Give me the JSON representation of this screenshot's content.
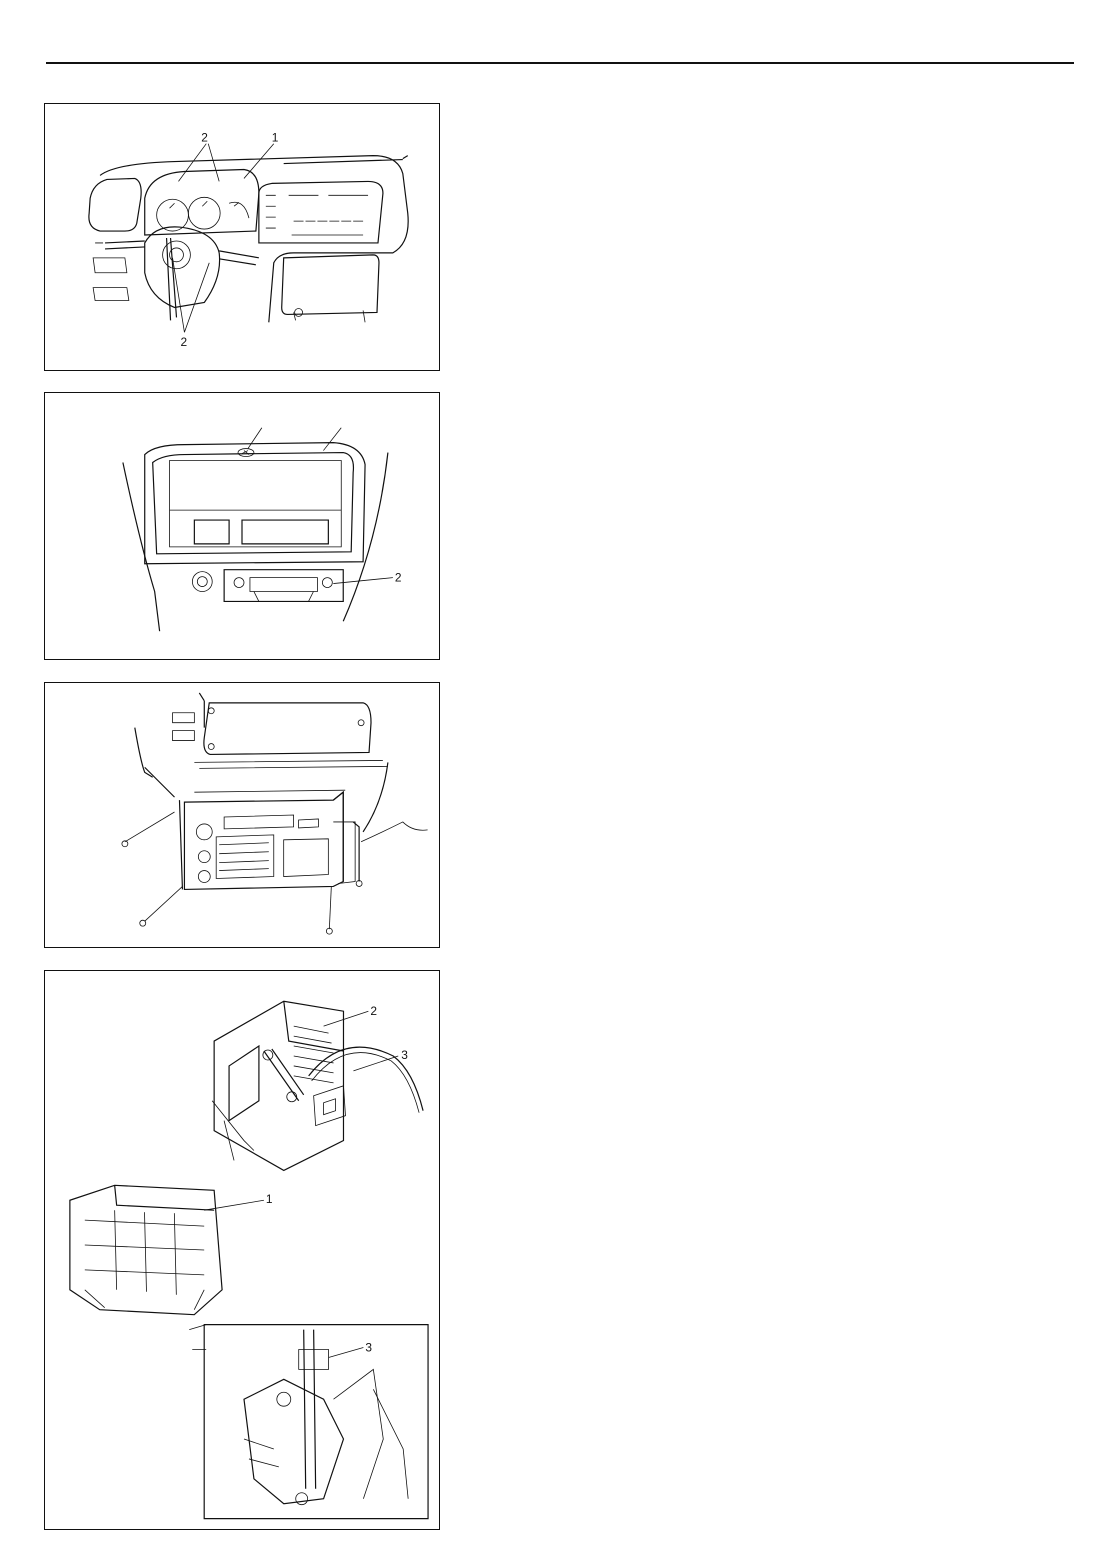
{
  "figures": [
    {
      "id": "fig1",
      "callouts": [
        "2",
        "1",
        "2"
      ],
      "icon": "instrument-panel-illustration"
    },
    {
      "id": "fig2",
      "callouts": [
        "2"
      ],
      "icon": "center-bezel-illustration"
    },
    {
      "id": "fig3",
      "callouts": [],
      "icon": "audio-unit-removal-illustration"
    },
    {
      "id": "fig4",
      "callouts": [
        "2",
        "3",
        "1",
        "3"
      ],
      "icon": "heater-unit-cable-illustration"
    }
  ]
}
